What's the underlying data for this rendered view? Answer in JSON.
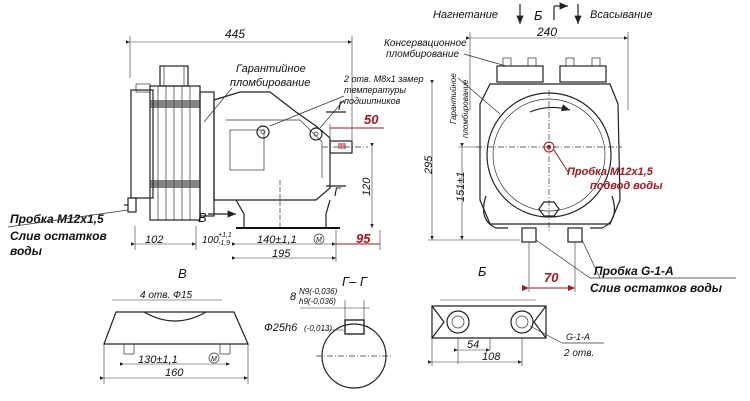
{
  "top": {
    "discharge": "Нагнетание",
    "view_b": "Б",
    "suction": "Всасывание"
  },
  "side_view": {
    "length": "445",
    "warranty_seal": "Гарантийное\nпломбирование",
    "holes_note": "2 отв. М8х1 замер\nтемпературы\nподшипников",
    "dim_50": "50",
    "dim_120": "120",
    "section_mark": "Г",
    "view_v_mark": "В",
    "dim_102": "102",
    "dim_100": "100",
    "tol_100_up": "+1,1",
    "tol_100_dn": "-1,9",
    "dim_140": "140±1,1",
    "m_mark": "М",
    "dim_95": "95",
    "dim_195": "195",
    "plug_label": "Пробка М12х1,5",
    "drain_label": "Слив остатков\nводы"
  },
  "front_view": {
    "width": "240",
    "conservation_seal": "Консервационное\nпломбирование",
    "warranty_seal_vertical": "Гарантийное\nпломбирование",
    "dim_295": "295",
    "dim_151": "151±1",
    "plug_supply": "Пробка М12х1,5\nподвод воды",
    "dim_70": "70",
    "plug_g1": "Пробка G-1-A",
    "drain_label": "Слив остатков воды",
    "view_label": "Б"
  },
  "view_v": {
    "title": "В",
    "holes": "4 отв. Ф15",
    "dim_130": "130±1,1",
    "dim_160": "160"
  },
  "section": {
    "title": "Г– Г",
    "key_tol_up": "N9(-0,036)",
    "key_tol_dn": "h9(-0,036)",
    "key_width": "8",
    "shaft": "Ф25h6",
    "shaft_tol": "(-0,013)"
  },
  "view_b_detail": {
    "dim_54": "54",
    "dim_108": "108",
    "plug_g1": "G-1-A",
    "holes": "2 отв."
  },
  "colors": {
    "line": "#222222",
    "accent_red": "#b0121b",
    "background": "#ffffff"
  }
}
